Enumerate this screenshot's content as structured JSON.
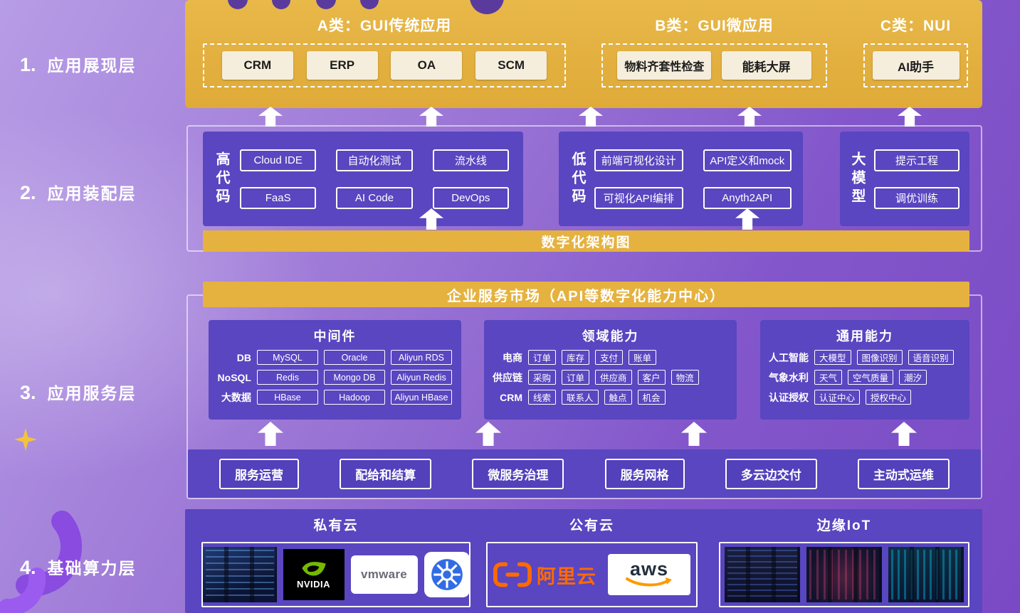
{
  "layer_labels": [
    {
      "num": "1.",
      "label": "应用展现层"
    },
    {
      "num": "2.",
      "label": "应用装配层"
    },
    {
      "num": "3.",
      "label": "应用服务层"
    },
    {
      "num": "4.",
      "label": "基础算力层"
    }
  ],
  "presentation": {
    "groups": [
      {
        "title": "A类：GUI传统应用",
        "items": [
          "CRM",
          "ERP",
          "OA",
          "SCM"
        ]
      },
      {
        "title": "B类：GUI微应用",
        "items": [
          "物料齐套性检查",
          "能耗大屏"
        ]
      },
      {
        "title": "C类：NUI",
        "items": [
          "AI助手"
        ]
      }
    ]
  },
  "assembly": {
    "panels": [
      {
        "label": "高代码",
        "buttons": [
          "Cloud IDE",
          "自动化测试",
          "流水线",
          "FaaS",
          "AI Code",
          "DevOps"
        ]
      },
      {
        "label": "低代码",
        "buttons": [
          "前端可视化设计",
          "API定义和mock",
          "可视化API编排",
          "Anyth2API"
        ]
      },
      {
        "label": "大模型",
        "buttons": [
          "提示工程",
          "调优训练"
        ]
      }
    ],
    "bar": "数字化架构图"
  },
  "services": {
    "market_bar": "企业服务市场（API等数字化能力中心）",
    "panels": [
      {
        "title": "中间件",
        "rows": [
          {
            "label": "DB",
            "chips": [
              "MySQL",
              "Oracle",
              "Aliyun RDS"
            ]
          },
          {
            "label": "NoSQL",
            "chips": [
              "Redis",
              "Mongo DB",
              "Aliyun Redis"
            ]
          },
          {
            "label": "大数据",
            "chips": [
              "HBase",
              "Hadoop",
              "Aliyun HBase"
            ]
          }
        ]
      },
      {
        "title": "领域能力",
        "rows": [
          {
            "label": "电商",
            "chips": [
              "订单",
              "库存",
              "支付",
              "账单"
            ]
          },
          {
            "label": "供应链",
            "chips": [
              "采购",
              "订单",
              "供应商",
              "客户",
              "物流"
            ]
          },
          {
            "label": "CRM",
            "chips": [
              "线索",
              "联系人",
              "触点",
              "机会"
            ]
          }
        ]
      },
      {
        "title": "通用能力",
        "rows": [
          {
            "label": "人工智能",
            "chips": [
              "大模型",
              "图像识别",
              "语音识别"
            ]
          },
          {
            "label": "气象水利",
            "chips": [
              "天气",
              "空气质量",
              "潮汐"
            ]
          },
          {
            "label": "认证授权",
            "chips": [
              "认证中心",
              "授权中心"
            ]
          }
        ]
      }
    ],
    "ops": [
      "服务运营",
      "配给和结算",
      "微服务治理",
      "服务网格",
      "多云边交付",
      "主动式运维"
    ]
  },
  "infrastructure": {
    "sections": [
      {
        "title": "私有云"
      },
      {
        "title": "公有云"
      },
      {
        "title": "边缘IoT"
      }
    ],
    "logos": {
      "nvidia": "NVIDIA",
      "vmware": "vmware",
      "aliyun": "阿里云",
      "aws": "aws"
    }
  },
  "colors": {
    "gold": "#E5B240",
    "panel_purple": "#5946C0",
    "cream_button": "#F6EEDC",
    "background_top": "#B79CE6",
    "background_bottom": "#7A4AC5",
    "aliyun_orange": "#FF6A00",
    "aws_orange": "#FF9900",
    "nvidia_green": "#76B900",
    "kubernetes_blue": "#326CE5"
  }
}
